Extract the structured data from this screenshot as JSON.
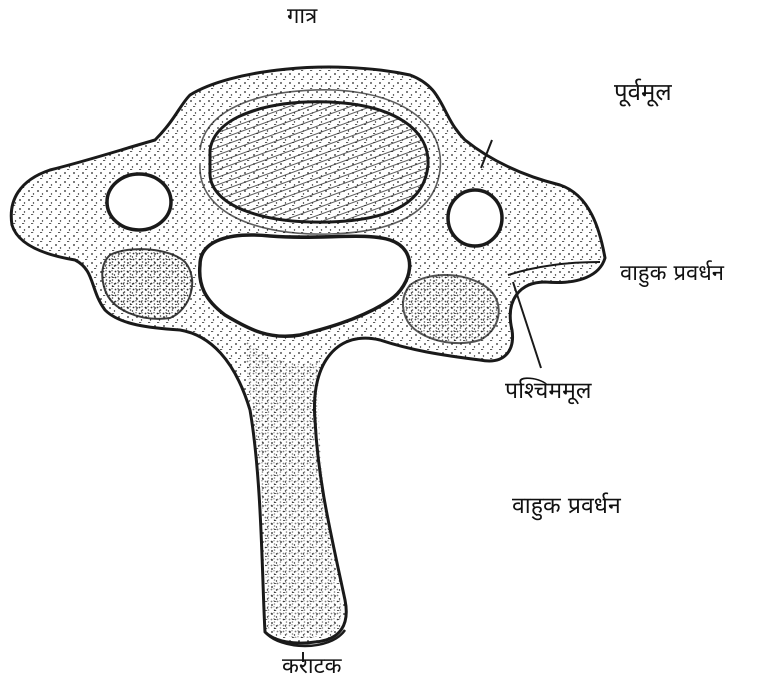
{
  "labels": {
    "body": "गात्र",
    "anterior_root": "पूर्वमूल",
    "transverse_process_upper": "वाहुक प्रवर्धन",
    "posterior_root": "पश्चिममूल",
    "transverse_process_lower": "वाहुक प्रवर्धन",
    "spinous_process": "कराटक"
  },
  "colors": {
    "ink": "#1a1a1a",
    "paper": "#ffffff"
  }
}
